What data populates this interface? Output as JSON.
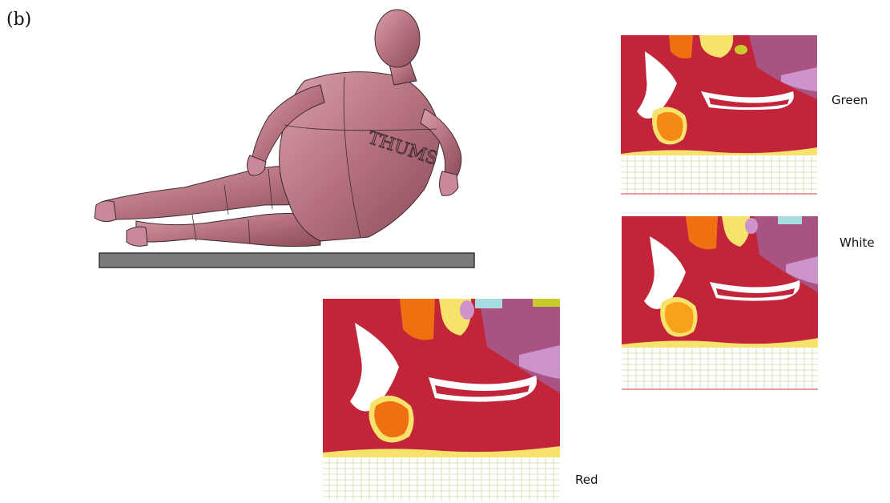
{
  "panel": {
    "label": "(b)"
  },
  "model": {
    "chest_text": "THUMS"
  },
  "sections": [
    {
      "label": "Green"
    },
    {
      "label": "White"
    },
    {
      "label": "Red"
    }
  ],
  "colors": {
    "skin": "#b5717e",
    "muscle": "#c2253a",
    "bone_orange": "#ee7010",
    "bone_orange_green_case": "#f28a14",
    "bone_orange_white_case": "#f7a21a",
    "fat_yellow": "#f7e26c",
    "purple": "#a95382",
    "lavender": "#cf93cc",
    "cyan": "#a7dde0",
    "olive": "#c7cc2a",
    "mesh_line": "#cfd8a5",
    "floor_plate": "#7a7a7a"
  }
}
